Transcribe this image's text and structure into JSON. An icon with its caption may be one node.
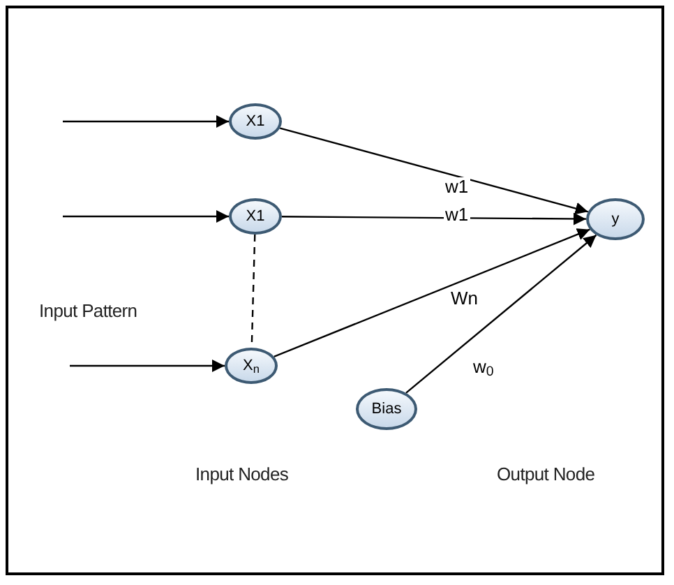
{
  "diagram": {
    "nodes": [
      {
        "text": [
          "X1"
        ]
      },
      {
        "text": [
          "X1"
        ]
      },
      {
        "text": [
          "X$_{n}$"
        ]
      },
      {
        "text": [
          "y"
        ]
      },
      {
        "text": [
          "Bias"
        ]
      }
    ],
    "edges": [
      {
        "from": null,
        "to": 0,
        "arrow": "to"
      },
      {
        "from": null,
        "to": 1,
        "arrow": "to"
      },
      {
        "from": null,
        "to": 2,
        "arrow": "to"
      },
      {
        "from": 0,
        "to": 3,
        "arrow": "to",
        "label": "w1"
      },
      {
        "from": 1,
        "to": 3,
        "arrow": "to",
        "label": "w1"
      },
      {
        "from": 2,
        "to": 3,
        "arrow": "to",
        "label": "Wn"
      },
      {
        "from": 4,
        "to": 3,
        "arrow": "to",
        "label": "w$_{0}$"
      },
      {
        "from": 1,
        "to": 2,
        "arrow": "none",
        "style": "dashed"
      }
    ],
    "labels": [
      "Input Pattern",
      "Input Nodes",
      "Output Node"
    ]
  }
}
